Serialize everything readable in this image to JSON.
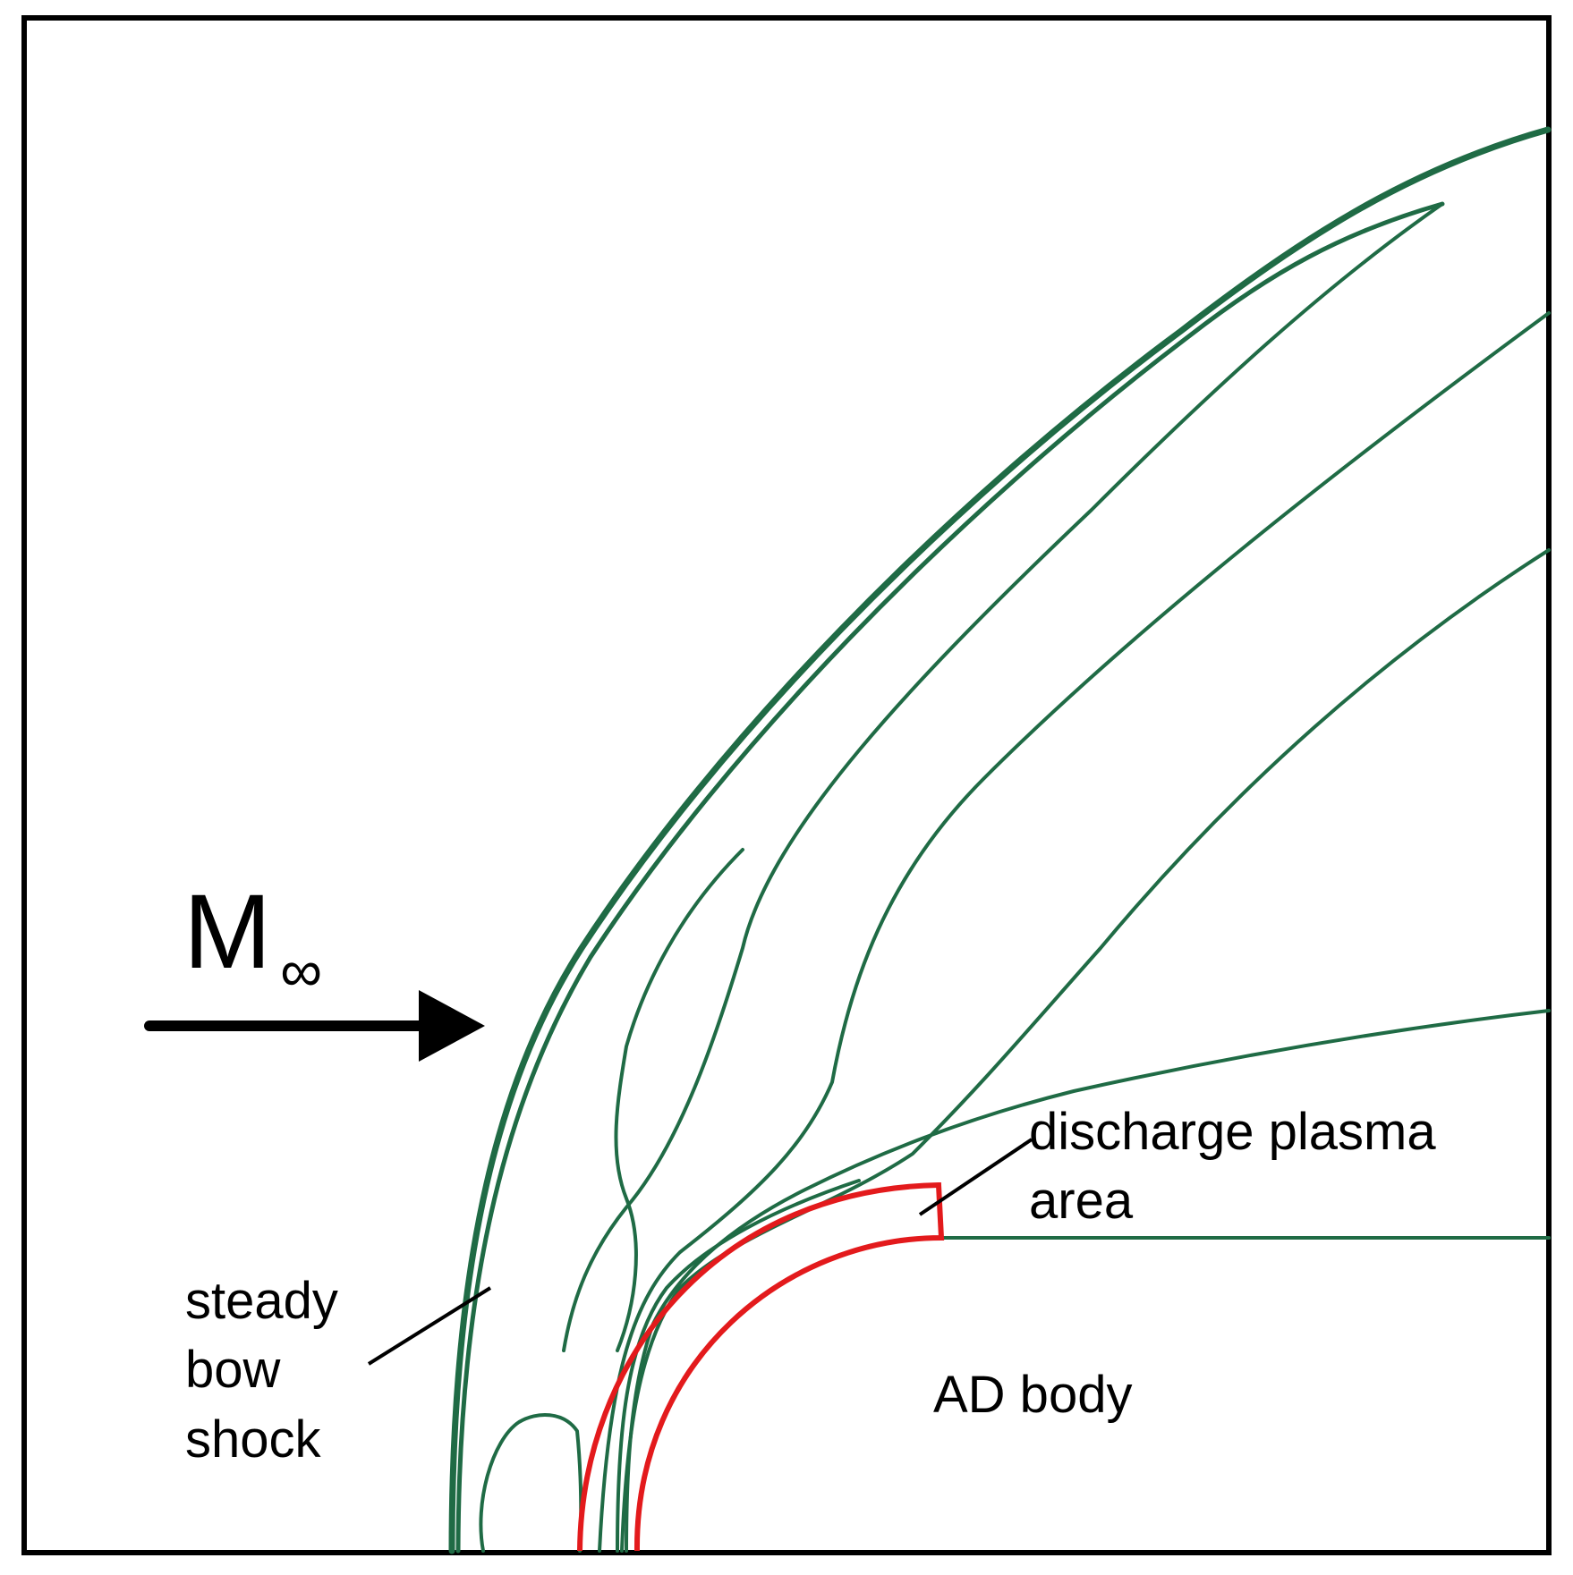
{
  "labels": {
    "mach_main": "M",
    "mach_sub": "∞",
    "bow_shock": [
      "steady",
      "bow",
      "shock"
    ],
    "plasma": [
      "discharge plasma",
      "area"
    ],
    "body": "AD body"
  },
  "colors": {
    "contour": "#1f6b45",
    "plasma_region": "#e31a1c",
    "frame": "#000000",
    "arrow": "#000000"
  },
  "icons": {
    "flow_arrow": "arrow-right-icon"
  }
}
